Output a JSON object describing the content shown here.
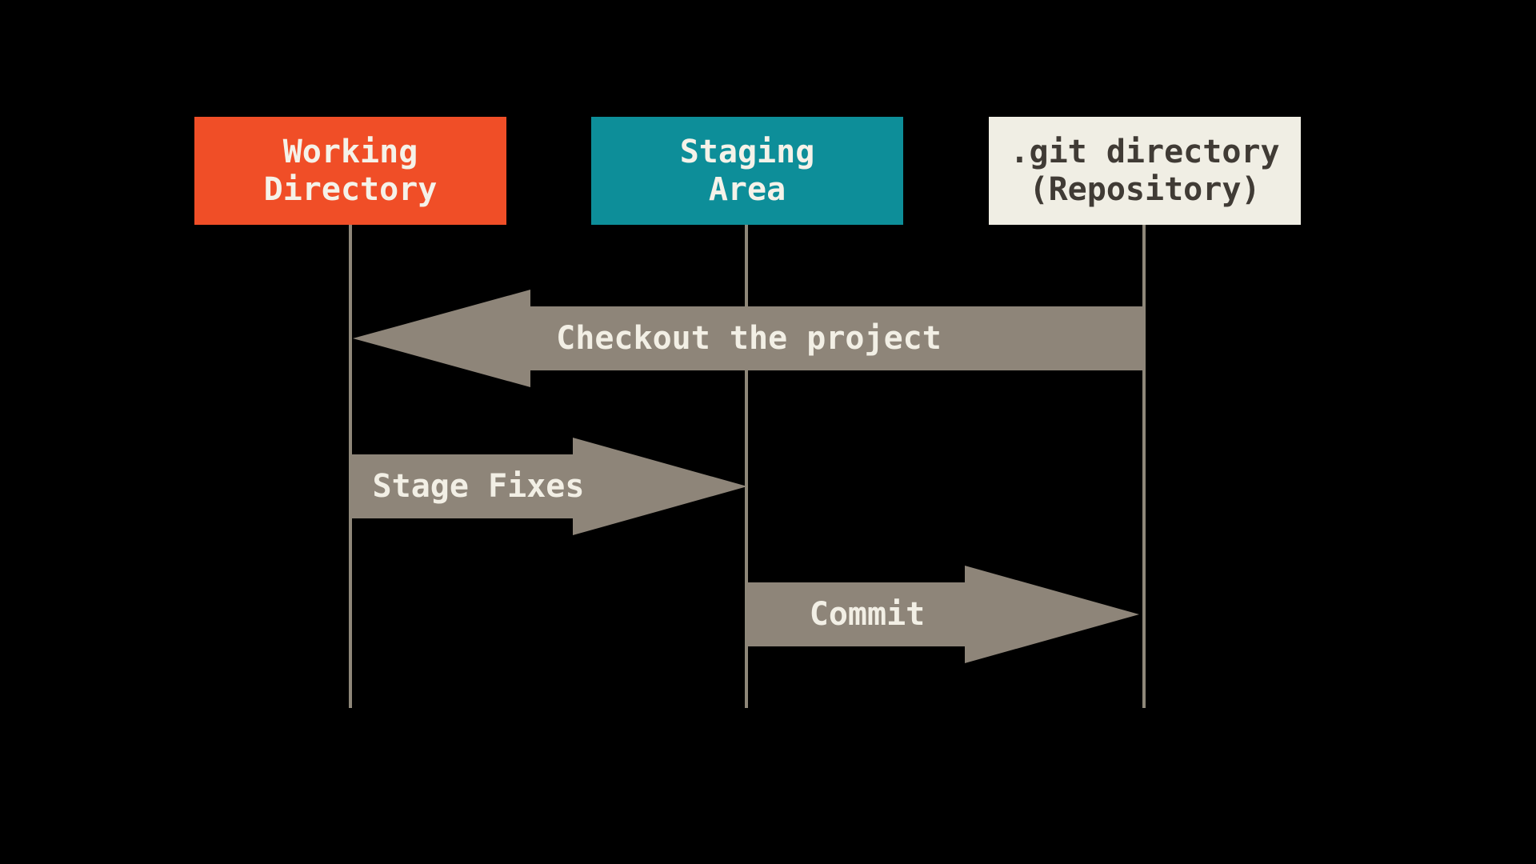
{
  "diagram": {
    "columns": [
      {
        "id": "working-directory",
        "label": "Working\nDirectory"
      },
      {
        "id": "staging-area",
        "label": "Staging\nArea"
      },
      {
        "id": "git-directory",
        "label": ".git directory\n(Repository)"
      }
    ],
    "arrows": [
      {
        "id": "checkout",
        "label": "Checkout the project",
        "from": "git-directory",
        "to": "working-directory",
        "direction": "left"
      },
      {
        "id": "stage-fixes",
        "label": "Stage Fixes",
        "from": "working-directory",
        "to": "staging-area",
        "direction": "right"
      },
      {
        "id": "commit",
        "label": "Commit",
        "from": "staging-area",
        "to": "git-directory",
        "direction": "right"
      }
    ],
    "colors": {
      "background": "#000000",
      "working-directory-box": "#f04e27",
      "staging-area-box": "#0d8e99",
      "git-directory-box": "#f0eee4",
      "box-text-light": "#f5f2e9",
      "box-text-dark": "#403b35",
      "arrow-fill": "#8e8579",
      "arrow-text": "#f2efe5",
      "lifeline": "#8e8779"
    }
  }
}
